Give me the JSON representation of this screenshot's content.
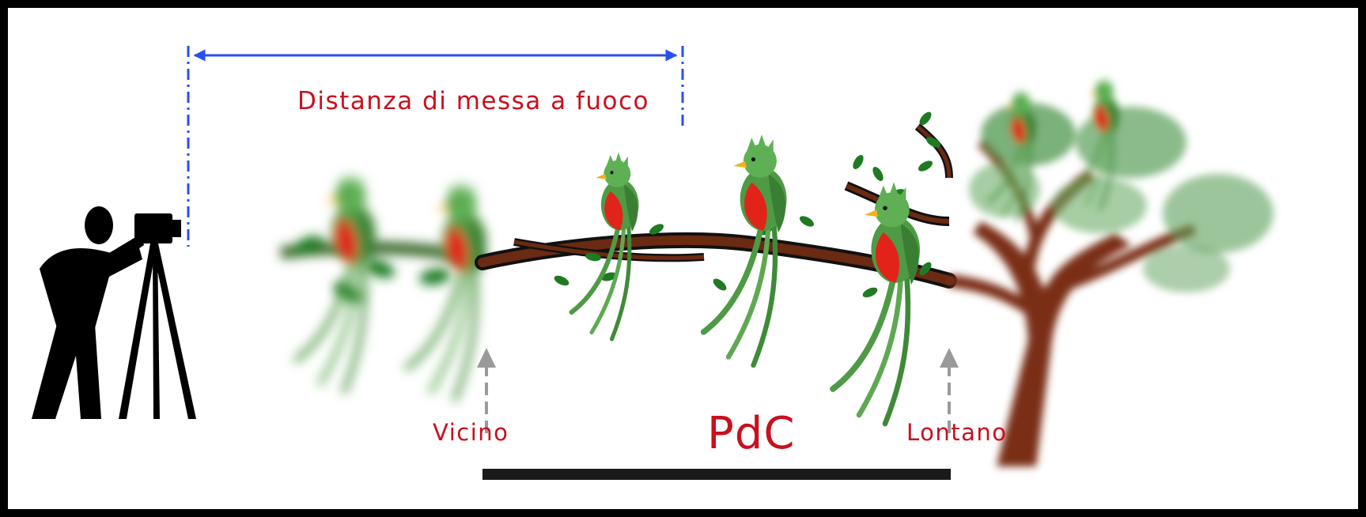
{
  "labels": {
    "focus_distance": "Distanza di messa a fuoco",
    "near": "Vicino",
    "far": "Lontano",
    "dof": "PdC"
  },
  "colors": {
    "label_red": "#c8101e",
    "dimension_blue": "#2a4ef0",
    "arrow_gray": "#9a9a9a",
    "bar_black": "#1a1a1a",
    "branch_brown": "#6b2a12",
    "quetzal_green": "#4f9a45",
    "quetzal_red": "#e2231a"
  },
  "icons": {
    "photographer": "photographer-with-tripod-icon",
    "bird": "quetzal-bird-icon",
    "tree": "tree-icon"
  }
}
